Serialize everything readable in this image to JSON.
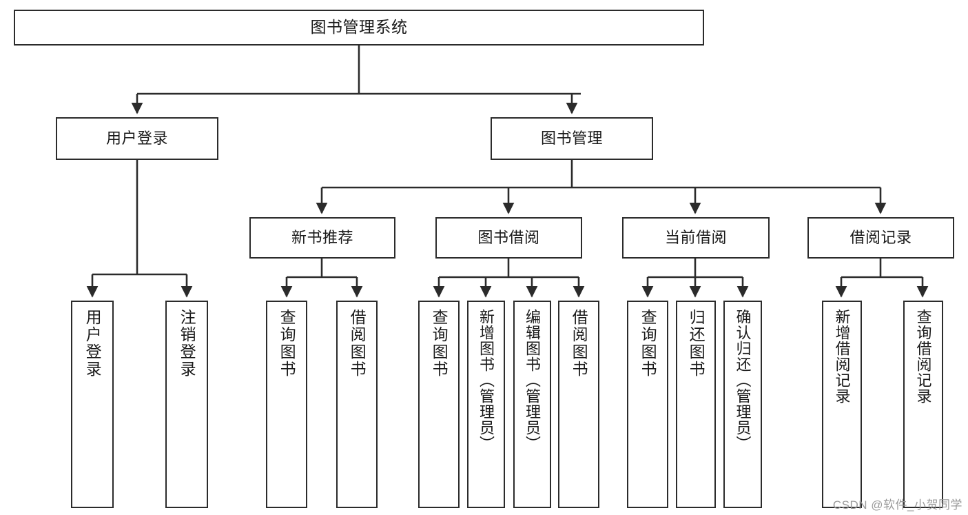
{
  "diagram": {
    "title": "图书管理系统",
    "type": "tree",
    "edge_style": "orthogonal-arrow",
    "colors": {
      "box_border": "#2b2b2b",
      "box_fill": "#ffffff",
      "connector": "#2b2b2b",
      "text": "#1a1a1a",
      "watermark": "#9a9a9a",
      "background": "#ffffff"
    },
    "nodes": {
      "root": {
        "label": "图书管理系统"
      },
      "level2": [
        {
          "id": "user-login",
          "label": "用户登录"
        },
        {
          "id": "book-manage",
          "label": "图书管理"
        }
      ],
      "level3": [
        {
          "id": "new-book-recommend",
          "label": "新书推荐"
        },
        {
          "id": "book-borrow",
          "label": "图书借阅"
        },
        {
          "id": "current-borrow",
          "label": "当前借阅"
        },
        {
          "id": "borrow-record",
          "label": "借阅记录"
        }
      ],
      "leaves": {
        "user_login": [
          {
            "id": "leaf-user-login",
            "label": "用户登录"
          },
          {
            "id": "leaf-logout-login",
            "label": "注销登录"
          }
        ],
        "new_book_recommend": [
          {
            "id": "leaf-query-book-1",
            "label": "查询图书"
          },
          {
            "id": "leaf-borrow-book-1",
            "label": "借阅图书"
          }
        ],
        "book_borrow": [
          {
            "id": "leaf-query-book-2",
            "label": "查询图书"
          },
          {
            "id": "leaf-add-book",
            "label": "新增图书（管理员）"
          },
          {
            "id": "leaf-edit-book",
            "label": "编辑图书（管理员）"
          },
          {
            "id": "leaf-borrow-book-2",
            "label": "借阅图书"
          }
        ],
        "current_borrow": [
          {
            "id": "leaf-query-book-3",
            "label": "查询图书"
          },
          {
            "id": "leaf-return-book",
            "label": "归还图书"
          },
          {
            "id": "leaf-confirm-return",
            "label": "确认归还（管理员）"
          }
        ],
        "borrow_record": [
          {
            "id": "leaf-add-record",
            "label": "新增借阅记录"
          },
          {
            "id": "leaf-query-record",
            "label": "查询借阅记录"
          }
        ]
      }
    },
    "watermark": "CSDN @软件_小贺同学"
  }
}
